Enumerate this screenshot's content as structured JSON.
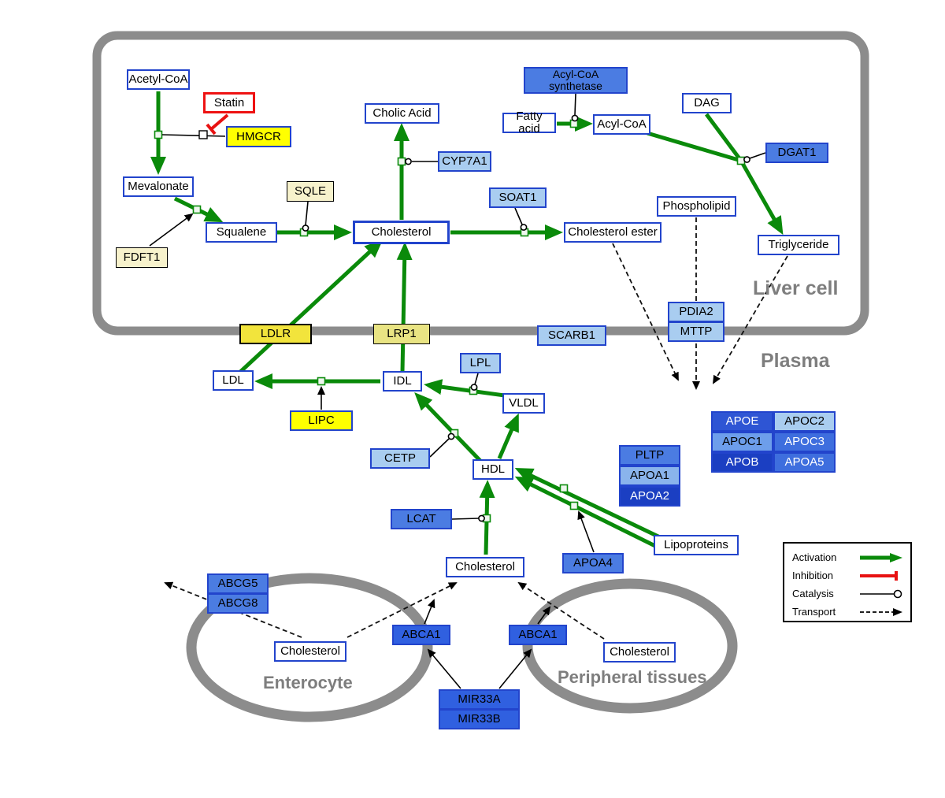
{
  "compartments": {
    "liver": "Liver cell",
    "plasma": "Plasma",
    "enterocyte": "Enterocyte",
    "peripheral": "Peripheral tissues"
  },
  "nodes": {
    "acetyl_coa": "Acetyl-CoA",
    "statin": "Statin",
    "hmgcr": "HMGCR",
    "mevalonate": "Mevalonate",
    "sqle": "SQLE",
    "fdft1": "FDFT1",
    "squalene": "Squalene",
    "cholesterol_liver": "Cholesterol",
    "cholic_acid": "Cholic Acid",
    "cyp7a1": "CYP7A1",
    "soat1": "SOAT1",
    "acyl_coa_synthetase": "Acyl-CoA synthetase",
    "fatty_acid": "Fatty acid",
    "acyl_coa": "Acyl-CoA",
    "dag": "DAG",
    "dgat1": "DGAT1",
    "phospholipid": "Phospholipid",
    "cholesterol_ester": "Cholesterol ester",
    "triglyceride": "Triglyceride",
    "ldlr": "LDLR",
    "lrp1": "LRP1",
    "scarb1": "SCARB1",
    "pdia2": "PDIA2",
    "mttp": "MTTP",
    "ldl": "LDL",
    "idl": "IDL",
    "lpl": "LPL",
    "vldl": "VLDL",
    "lipc": "LIPC",
    "cetp": "CETP",
    "hdl": "HDL",
    "pltp": "PLTP",
    "apoa1": "APOA1",
    "apoa2": "APOA2",
    "apoe": "APOE",
    "apoc2": "APOC2",
    "apoc1": "APOC1",
    "apoc3": "APOC3",
    "apob": "APOB",
    "apoa5": "APOA5",
    "lcat": "LCAT",
    "apoa4": "APOA4",
    "lipoproteins": "Lipoproteins",
    "cholesterol_plasma": "Cholesterol",
    "abcg5": "ABCG5",
    "abcg8": "ABCG8",
    "cholesterol_enterocyte": "Cholesterol",
    "abca1_enterocyte": "ABCA1",
    "abca1_peripheral": "ABCA1",
    "cholesterol_peripheral": "Cholesterol",
    "mir33a": "MIR33A",
    "mir33b": "MIR33B"
  },
  "legend": {
    "items": [
      {
        "label": "Activation",
        "type": "activation"
      },
      {
        "label": "Inhibition",
        "type": "inhibition"
      },
      {
        "label": "Catalysis",
        "type": "catalysis"
      },
      {
        "label": "Transport",
        "type": "transport"
      }
    ]
  },
  "colors": {
    "activation_green": "#0a8a0a",
    "inhibition_red": "#ee1212",
    "membrane_gray": "#8c8c8c",
    "node_border_blue": "#2244cc",
    "enzyme_yellow": "#ffff00",
    "light_blue": "#a9cdf0",
    "medium_blue": "#4b7ce2",
    "dark_blue": "#1b3fc2"
  }
}
